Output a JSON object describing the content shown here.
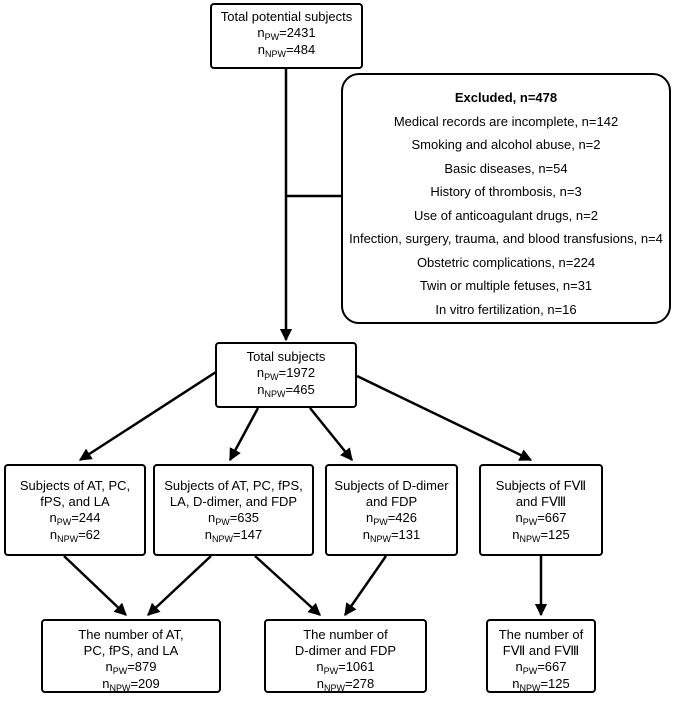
{
  "top": {
    "title": "Total potential subjects",
    "n": [
      {
        "prefix": "n",
        "sub": "PW",
        "value": "=2431"
      },
      {
        "prefix": "n",
        "sub": "NPW",
        "value": "=484"
      }
    ]
  },
  "excluded": {
    "title": "Excluded, n=478",
    "items": [
      "Medical records are incomplete, n=142",
      "Smoking and alcohol abuse, n=2",
      "Basic diseases, n=54",
      "History of thrombosis, n=3",
      "Use of anticoagulant drugs, n=2",
      "Infection, surgery, trauma, and blood transfusions, n=4",
      "Obstetric complications, n=224",
      "Twin or multiple fetuses, n=31",
      "In vitro fertilization, n=16"
    ]
  },
  "total": {
    "title": "Total subjects",
    "n": [
      {
        "prefix": "n",
        "sub": "PW",
        "value": "=1972"
      },
      {
        "prefix": "n",
        "sub": "NPW",
        "value": "=465"
      }
    ]
  },
  "groups": [
    {
      "lines": [
        "Subjects of AT, PC,",
        "fPS, and LA"
      ],
      "n": [
        {
          "prefix": "n",
          "sub": "PW",
          "value": "=244"
        },
        {
          "prefix": "n",
          "sub": "NPW",
          "value": "=62"
        }
      ]
    },
    {
      "lines": [
        "Subjects of AT, PC, fPS,",
        "LA, D-dimer, and FDP"
      ],
      "n": [
        {
          "prefix": "n",
          "sub": "PW",
          "value": "=635"
        },
        {
          "prefix": "n",
          "sub": "NPW",
          "value": "=147"
        }
      ]
    },
    {
      "lines": [
        "Subjects of D-dimer",
        "and FDP"
      ],
      "n": [
        {
          "prefix": "n",
          "sub": "PW",
          "value": "=426"
        },
        {
          "prefix": "n",
          "sub": "NPW",
          "value": "=131"
        }
      ]
    },
    {
      "lines": [
        "Subjects of FⅦ",
        "and FⅧ"
      ],
      "n": [
        {
          "prefix": "n",
          "sub": "PW",
          "value": "=667"
        },
        {
          "prefix": "n",
          "sub": "NPW",
          "value": "=125"
        }
      ]
    }
  ],
  "results": [
    {
      "lines": [
        "The number of AT,",
        "PC, fPS, and LA"
      ],
      "n": [
        {
          "prefix": "n",
          "sub": "PW",
          "value": "=879"
        },
        {
          "prefix": "n",
          "sub": "NPW",
          "value": "=209"
        }
      ]
    },
    {
      "lines": [
        "The number of",
        "D-dimer and FDP"
      ],
      "n": [
        {
          "prefix": "n",
          "sub": "PW",
          "value": "=1061"
        },
        {
          "prefix": "n",
          "sub": "NPW",
          "value": "=278"
        }
      ]
    },
    {
      "lines": [
        "The number of",
        "FⅦ and FⅧ"
      ],
      "n": [
        {
          "prefix": "n",
          "sub": "PW",
          "value": "=667"
        },
        {
          "prefix": "n",
          "sub": "NPW",
          "value": "=125"
        }
      ]
    }
  ]
}
